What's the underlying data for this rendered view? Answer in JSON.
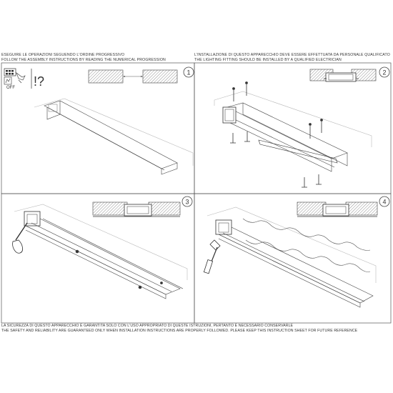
{
  "header": {
    "left": {
      "line1": "ESEGUIRE LE OPERAZIONI SEGUENDO L'ORDINE PROGRESSIVO",
      "line2": "FOLLOW THE ASSEMBLY INSTRUCTIONS BY READING THE NUMERICAL PROGRESSION"
    },
    "right": {
      "line1": "L'INSTALLAZIONE DI QUESTO APPARECCHIO DEVE ESSERE EFFETTUATA DA PERSONALE QUALIFICATO",
      "line2": "THE LIGHTING FITTING SHOULD BE INSTALLED BY A QUALIFIED ELECTRICIAN"
    }
  },
  "warning_icon": {
    "off_label": "OFF",
    "glyph": "!?"
  },
  "steps": [
    {
      "number": "1"
    },
    {
      "number": "2"
    },
    {
      "number": "3"
    },
    {
      "number": "4"
    }
  ],
  "footer": {
    "line1": "LA SICUREZZA DI QUESTO APPARECCHIO È GARANTITA SOLO CON L'USO APPROPRIATO DI QUESTE ISTRUZIONI, PERTANTO È NECESSARIO CONSERVARLE",
    "line2": "THE SAFETY AND RELIABILITY ARE GUARANTEED ONLY WHEN INSTALLATION INSTRUCTIONS ARE PROPERLY FOLLOWED. PLEASE KEEP THIS INSTRUCTION SHEET FOR FUTURE REFERENCE"
  },
  "colors": {
    "line": "#3a3a3a",
    "hatch": "#8a8a8a",
    "frame": "#555555"
  }
}
